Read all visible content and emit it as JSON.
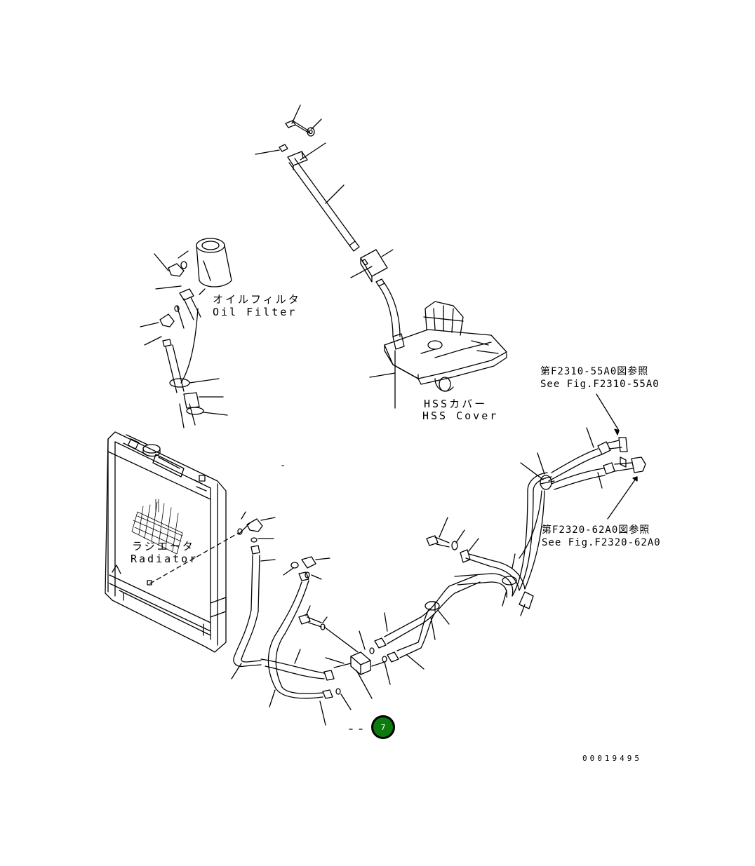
{
  "labels": {
    "oil_filter_jp": "オイルフィルタ",
    "oil_filter_en": "Oil Filter",
    "hss_cover_jp": "HSSカバー",
    "hss_cover_en": "HSS Cover",
    "radiator_jp": "ラジエータ",
    "radiator_en": "Radiator",
    "ref1_jp": "第F2310-55A0図参照",
    "ref1_en": "See Fig.F2310-55A0",
    "ref2_jp": "第F2320-62A0図参照",
    "ref2_en": "See Fig.F2320-62A0"
  },
  "callout": {
    "number": "7"
  },
  "drawing_number": "00019495"
}
